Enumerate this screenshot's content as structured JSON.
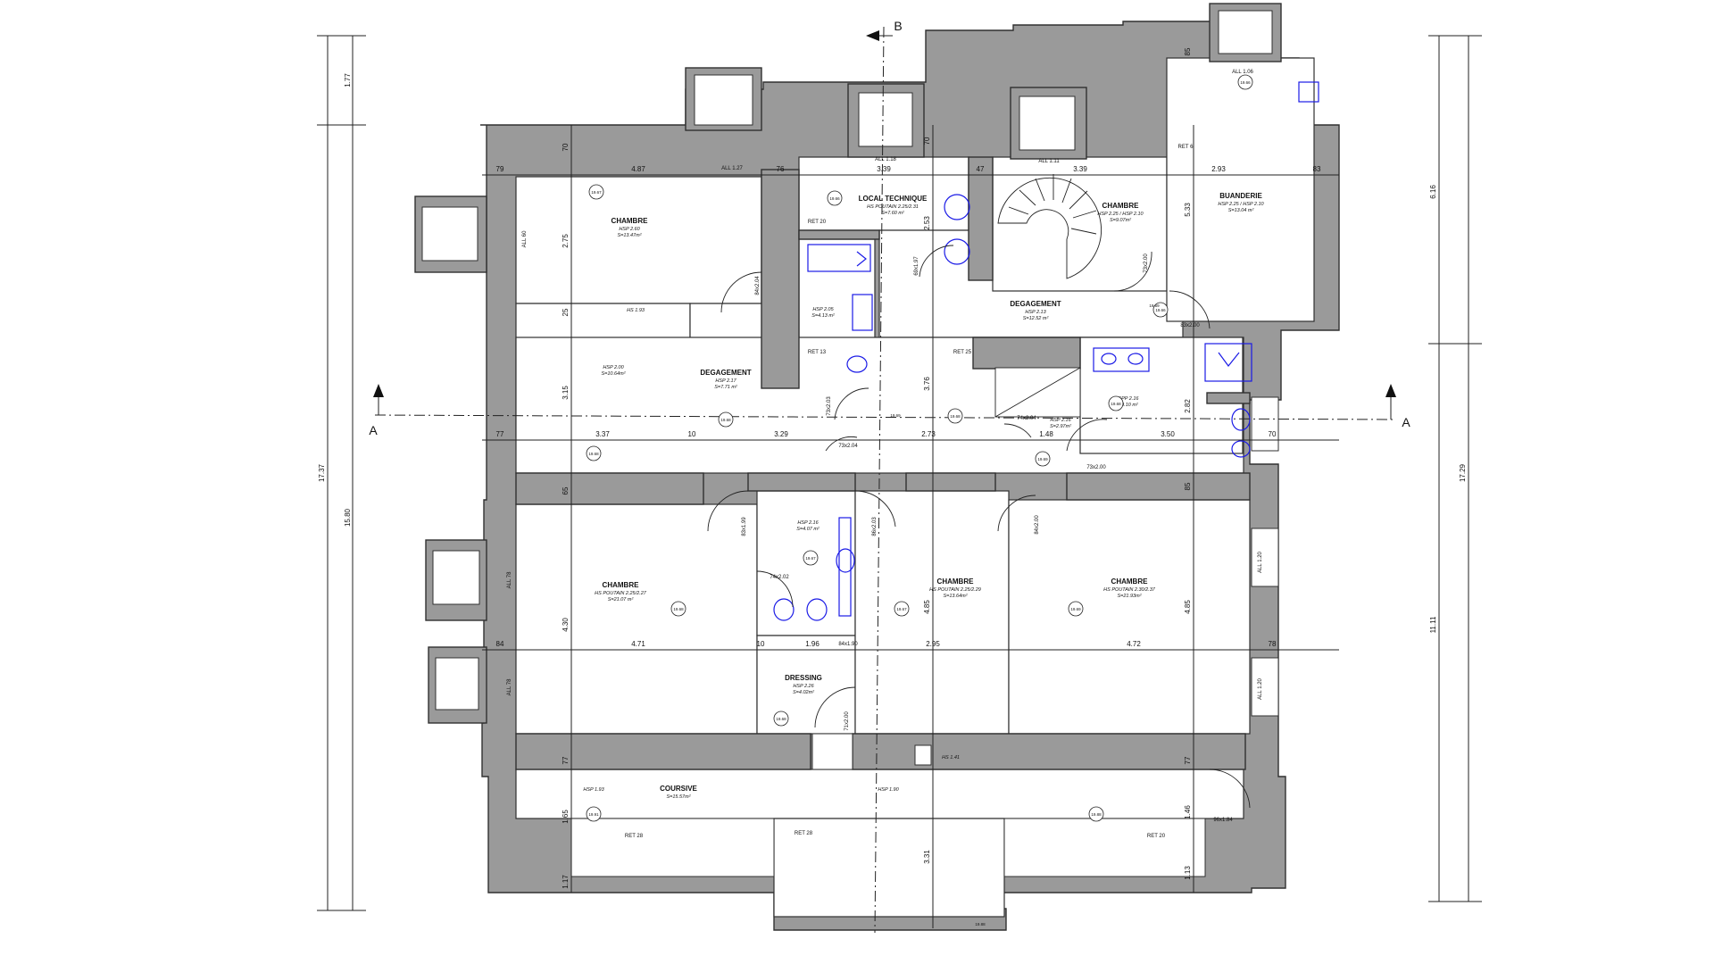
{
  "section_marks": {
    "b": "B",
    "a_left": "A",
    "a_right": "A"
  },
  "rooms": [
    {
      "id": "chambre-nw",
      "name": "CHAMBRE",
      "hsp": "HSP 2.60",
      "area": "S=13.47m²"
    },
    {
      "id": "local-technique",
      "name": "LOCAL TECHNIQUE",
      "hsp": "HS POUTAIN 2.25/2.31",
      "area": "S=7.60 m²"
    },
    {
      "id": "chambre-n",
      "name": "CHAMBRE",
      "hsp": "HSP 2.25 / HSP 2.10",
      "area": "S=9.07m²"
    },
    {
      "id": "buanderie",
      "name": "BUANDERIE",
      "hsp": "HSP 2.25 / HSP 2.10",
      "area": "S=13.04 m²"
    },
    {
      "id": "degagement-w",
      "name": "DEGAGEMENT",
      "hsp": "HSP 2.17",
      "area": "S=7.71 m²"
    },
    {
      "id": "degagement-c",
      "name": "DEGAGEMENT",
      "hsp": "HSP 2.13",
      "area": "S=12.52 m²"
    },
    {
      "id": "chambre-sw",
      "name": "CHAMBRE",
      "hsp": "HS POUTAIN 2.25/2.27",
      "area": "S=21.07 m²"
    },
    {
      "id": "chambre-s",
      "name": "CHAMBRE",
      "hsp": "HS POUTAIN 2.25/2.29",
      "area": "S=13.64m²"
    },
    {
      "id": "chambre-se",
      "name": "CHAMBRE",
      "hsp": "HS POUTAIN 2.30/2.37",
      "area": "S=21.93m²"
    },
    {
      "id": "dressing",
      "name": "DRESSING",
      "hsp": "HSP 2.26",
      "area": "S=4.02m²"
    },
    {
      "id": "coursive",
      "name": "COURSIVE",
      "hsp": "HSP 1.93",
      "area": "S=15.57m²"
    }
  ],
  "room_extra_labels": {
    "hsp_2_00": "HSP 2.00",
    "area_10_64": "S=10.64m²",
    "hsp_2_05": "HSP 2.05",
    "area_4_13": "S=4.13 m²",
    "hsp_2_16a": "HSP 2.16",
    "area_4_07": "S=4.07 m²",
    "hsp_2_16b": "HSP 2.16",
    "area_2_97": "S=2.97m²",
    "hspp_2_16": "HSPP 2.16",
    "area_9_10": "S=9.10 m²",
    "hs_1_93": "HS 1.93",
    "hs_1_41": "HS 1.41",
    "hsp_1_90": "HSP 1.90",
    "coursive_hsp": "HSP 1.93"
  },
  "dimensions": {
    "top_79": "79",
    "top_487": "4.87",
    "top_76": "76",
    "top_339a": "3.39",
    "top_47": "47",
    "top_339b": "3.39",
    "top_293": "2.93",
    "top_83": "83",
    "mid_77a": "77",
    "mid_337": "3.37",
    "mid_10a": "10",
    "mid_329": "3.29",
    "mid_273": "2.73",
    "mid_148": "1.48",
    "mid_350": "3.50",
    "mid_70": "70",
    "bot_84": "84",
    "bot_471": "4.71",
    "bot_10b": "10",
    "bot_196": "1.96",
    "bot_295": "2.95",
    "bot_472": "4.72",
    "bot_78": "78",
    "v_275": "2.75",
    "v_25": "25",
    "v_315": "3.15",
    "v_65": "65",
    "v_430": "4.30",
    "v_77a": "77",
    "v_165": "1.65",
    "v_117": "1.17",
    "v_70": "70",
    "v_253": "2.53",
    "v_376": "3.76",
    "v_485a": "4.85",
    "v_331": "3.31",
    "v_533": "5.33",
    "v_282": "2.82",
    "v_85a": "85",
    "v_85b": "85",
    "v_485b": "4.85",
    "v_77b": "77",
    "v_146": "1.46",
    "v_113": "1.13",
    "left_177": "1.77",
    "left_1580": "15.80",
    "left_1737": "17.37",
    "right_616": "6.16",
    "right_1111": "11.11",
    "right_1729": "17.29",
    "all_127": "ALL 1.27",
    "all_118": "ALL 1.18",
    "all_111": "ALL 1.11",
    "all_106": "ALL 1.06",
    "all_60": "ALL 60",
    "all_78a": "ALL 78",
    "all_78b": "ALL 78",
    "all_120a": "ALL 1.20",
    "all_120b": "ALL 1.20",
    "door_84x204": "84x2.04",
    "door_69x197": "69x1.97",
    "door_73x200a": "73x2.00",
    "door_83x200": "83x2.00",
    "door_73x203": "73x2.03",
    "door_74x204": "74x2.04",
    "door_73x204": "73x2.04",
    "door_73x200b": "73x2.00",
    "door_83x199": "83x1.99",
    "door_86x203": "86x2.03",
    "door_84x200": "84x2.00",
    "door_74x202": "74x2.02",
    "door_84x190": "84x1.90",
    "door_71x200": "71x2.00",
    "door_96x184": "96x1.84",
    "ret_20": "RET 20",
    "ret_13": "RET 13",
    "ret_25": "RET 25",
    "ret_6": "RET 6",
    "ret_28a": "RET 28",
    "ret_28b": "RET 28",
    "ret_20b": "RET 20"
  },
  "levels": [
    "19.67",
    "19.66",
    "19.66",
    "19.66",
    "19.68",
    "19.68",
    "19.68",
    "19.68",
    "19.69",
    "19.68",
    "19.68",
    "19.67",
    "19.67",
    "19.69",
    "19.69",
    "19.91",
    "19.88",
    "19.88",
    "19.69"
  ]
}
